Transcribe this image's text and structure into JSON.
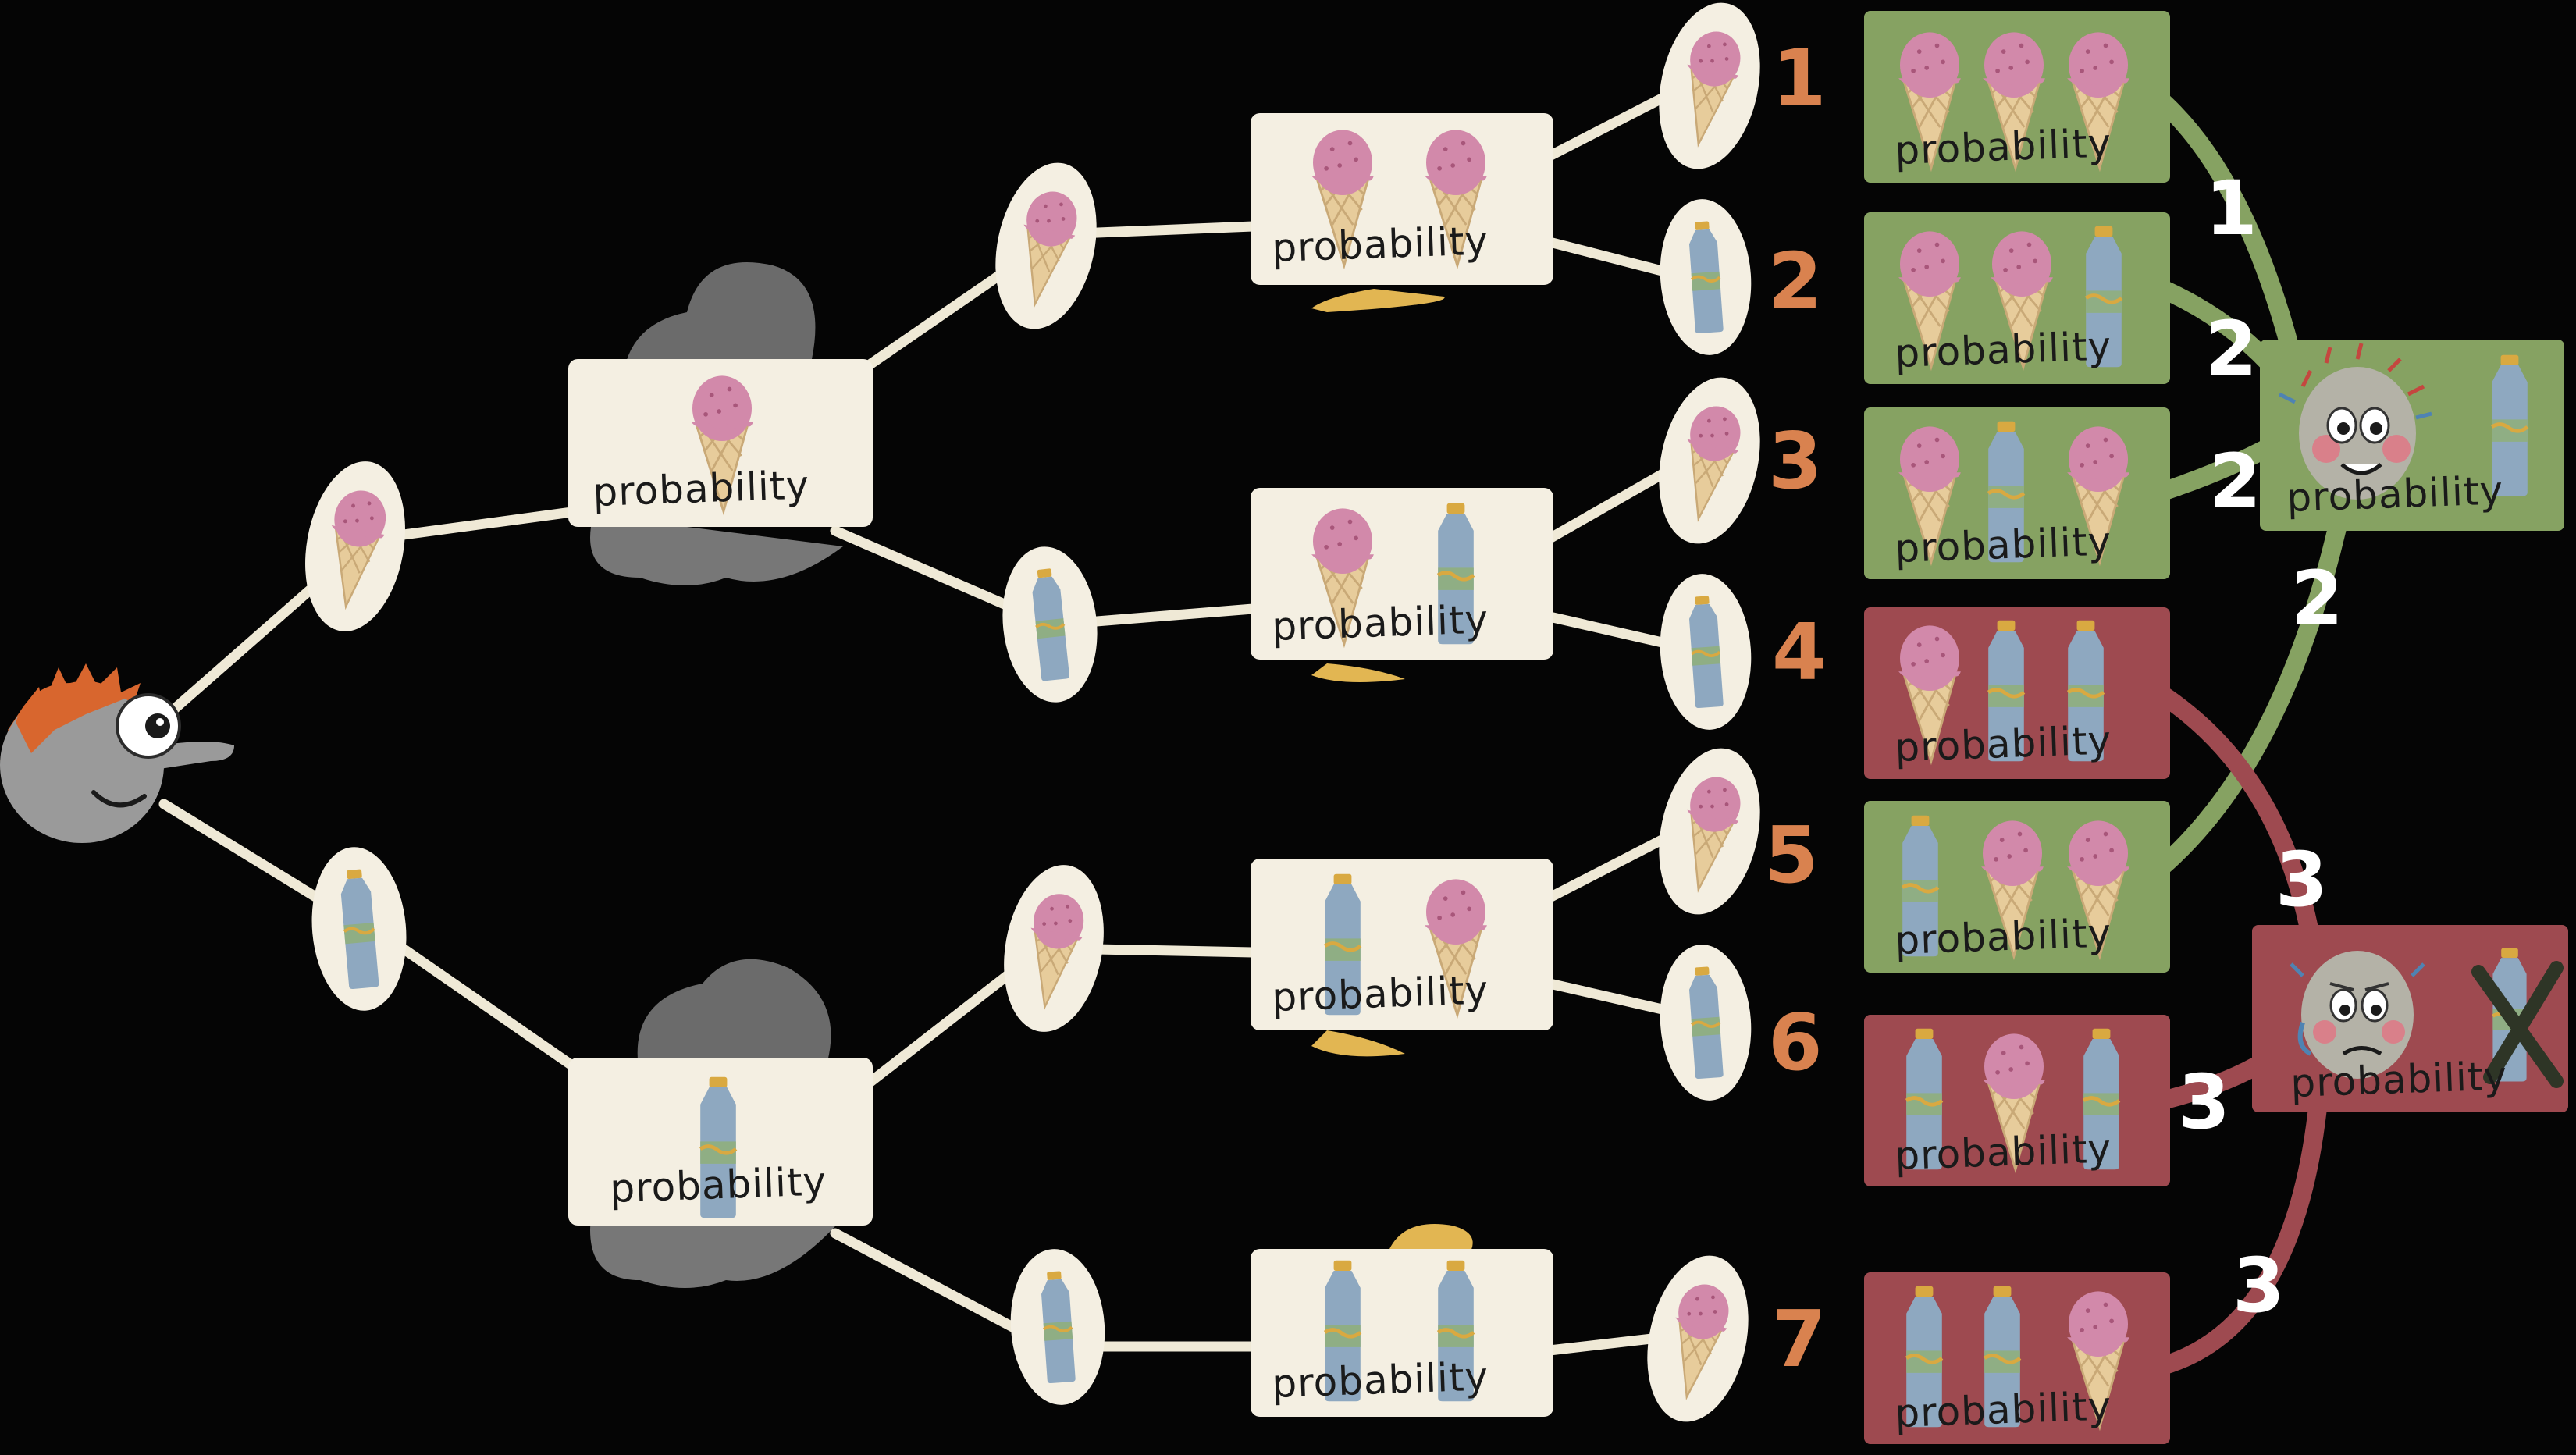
{
  "diagram": {
    "box_label": "probability",
    "outcome_numbers": [
      "1",
      "2",
      "3",
      "4",
      "5",
      "6",
      "7"
    ],
    "path_numbers": [
      "1",
      "2",
      "2",
      "2",
      "3",
      "3",
      "3"
    ],
    "colors": {
      "background": "#050505",
      "line": "#efe9d6",
      "card": "#f4efe2",
      "green_box": "#86a262",
      "red_box": "#9e4a50",
      "number_orange": "#d9824f",
      "ice_cream": "#d289aa",
      "cone": "#e7cc9b",
      "bottle": "#8ea8c0"
    },
    "icons": [
      "ice-cream-icon",
      "water-bottle-icon",
      "character-icon",
      "happy-face-icon",
      "worried-face-icon",
      "cross-icon"
    ],
    "nodes": [
      {
        "id": "root",
        "type": "character"
      },
      {
        "id": "l1_top",
        "icon": "ice-cream"
      },
      {
        "id": "l1_bot",
        "icon": "bottle"
      },
      {
        "id": "card_l1_top",
        "items": [
          "ice-cream"
        ]
      },
      {
        "id": "card_l1_bot",
        "items": [
          "bottle"
        ]
      },
      {
        "id": "l2_a",
        "icon": "ice-cream"
      },
      {
        "id": "l2_b",
        "icon": "bottle"
      },
      {
        "id": "l2_c",
        "icon": "ice-cream"
      },
      {
        "id": "l2_d",
        "icon": "bottle"
      },
      {
        "id": "card_l2_a",
        "items": [
          "ice-cream",
          "ice-cream"
        ]
      },
      {
        "id": "card_l2_b",
        "items": [
          "ice-cream",
          "bottle"
        ]
      },
      {
        "id": "card_l2_c",
        "items": [
          "bottle",
          "ice-cream"
        ]
      },
      {
        "id": "card_l2_d",
        "items": [
          "bottle",
          "bottle"
        ]
      },
      {
        "id": "l3_1",
        "icon": "ice-cream"
      },
      {
        "id": "l3_2",
        "icon": "bottle"
      },
      {
        "id": "l3_3",
        "icon": "ice-cream"
      },
      {
        "id": "l3_4",
        "icon": "bottle"
      },
      {
        "id": "l3_5",
        "icon": "ice-cream"
      },
      {
        "id": "l3_6",
        "icon": "bottle"
      },
      {
        "id": "l3_7",
        "icon": "ice-cream"
      }
    ],
    "outcomes": [
      {
        "n": "1",
        "color": "green",
        "items": [
          "ice-cream",
          "ice-cream",
          "ice-cream"
        ]
      },
      {
        "n": "2",
        "color": "green",
        "items": [
          "ice-cream",
          "ice-cream",
          "bottle"
        ]
      },
      {
        "n": "3",
        "color": "green",
        "items": [
          "ice-cream",
          "bottle",
          "ice-cream"
        ]
      },
      {
        "n": "4",
        "color": "red",
        "items": [
          "ice-cream",
          "bottle",
          "bottle"
        ]
      },
      {
        "n": "5",
        "color": "green",
        "items": [
          "bottle",
          "ice-cream",
          "ice-cream"
        ]
      },
      {
        "n": "6",
        "color": "red",
        "items": [
          "bottle",
          "ice-cream",
          "bottle"
        ]
      },
      {
        "n": "7",
        "color": "red",
        "items": [
          "bottle",
          "bottle",
          "ice-cream"
        ]
      }
    ],
    "summary": [
      {
        "id": "green",
        "mood": "happy",
        "items": [
          "bottle"
        ]
      },
      {
        "id": "red",
        "mood": "worried",
        "items": [
          "bottle-crossed"
        ]
      }
    ]
  }
}
